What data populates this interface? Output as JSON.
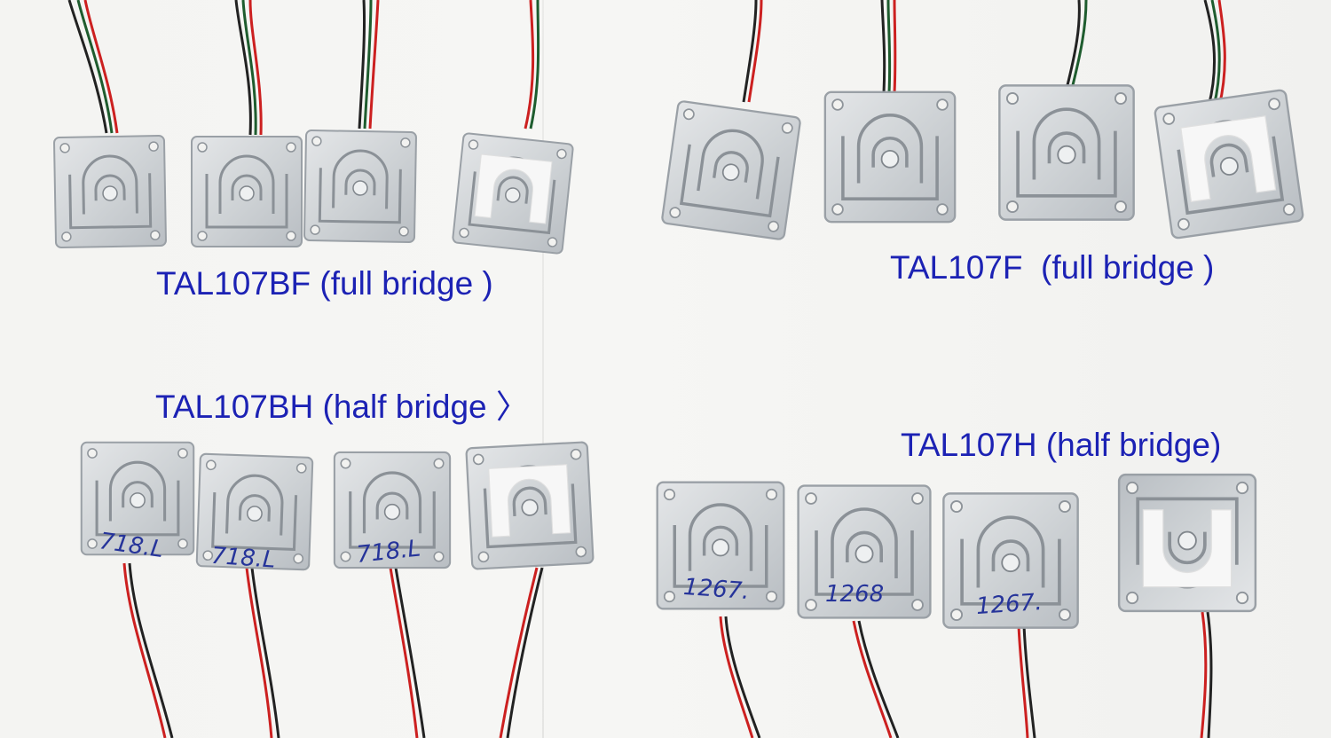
{
  "groups": [
    {
      "label": "TAL107BF (full bridge )",
      "wire_colors": [
        "#1e5c2e",
        "#cc2020",
        "#222222",
        "#e8e8e8"
      ]
    },
    {
      "label": "TAL107F  (full bridge )",
      "wire_colors": [
        "#1e5c2e",
        "#cc2020",
        "#222222",
        "#e8e8e8"
      ]
    },
    {
      "label": "TAL107BH (half bridge 〉",
      "wire_colors": [
        "#cc2020",
        "#222222",
        "#e8e8e8"
      ],
      "handwriting": [
        "718.L",
        "718.L",
        "718.L"
      ]
    },
    {
      "label": "TAL107H (half bridge)",
      "wire_colors": [
        "#cc2020",
        "#222222",
        "#e8e8e8"
      ],
      "handwriting": [
        "1267.",
        "1268",
        "1267."
      ]
    }
  ],
  "colors": {
    "label": "#1c22b4",
    "plate": "#d6d9dc",
    "plate_edge": "#9aa0a6",
    "glue": "#f7f7f7",
    "ink": "#26349a"
  }
}
